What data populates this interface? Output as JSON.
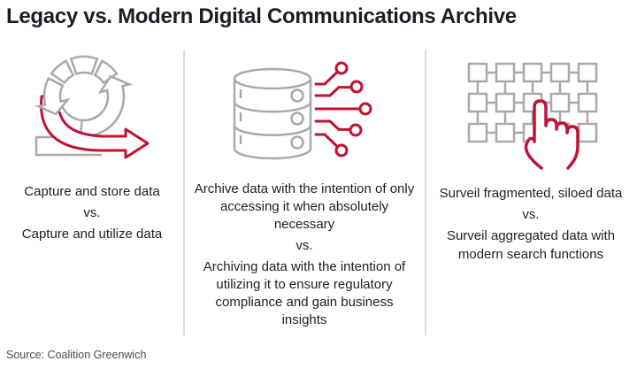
{
  "title": "Legacy vs. Modern Digital Communications Archive",
  "source": "Source: Coalition Greenwich",
  "columns": [
    {
      "icon": "cycle-arrows-icon",
      "legacy": "Capture and store data",
      "versus": "vs.",
      "modern": "Capture and utilize data"
    },
    {
      "icon": "database-circuit-icon",
      "legacy": "Archive data with the intention of only accessing it when absolutely necessary",
      "versus": "vs.",
      "modern": "Archiving data with the intention of utilizing it to ensure regulatory compliance and gain business insights"
    },
    {
      "icon": "grid-pointer-icon",
      "legacy": "Surveil fragmented, siloed data",
      "versus": "vs.",
      "modern": "Surveil aggregated data with modern search functions"
    }
  ],
  "colors": {
    "accent_red": "#C11134",
    "icon_gray": "#A9A9A9",
    "divider": "#DBDBDB",
    "title_text": "#1B1E24",
    "body_text": "#1F1F1F",
    "source_text": "#4C4C4C"
  }
}
